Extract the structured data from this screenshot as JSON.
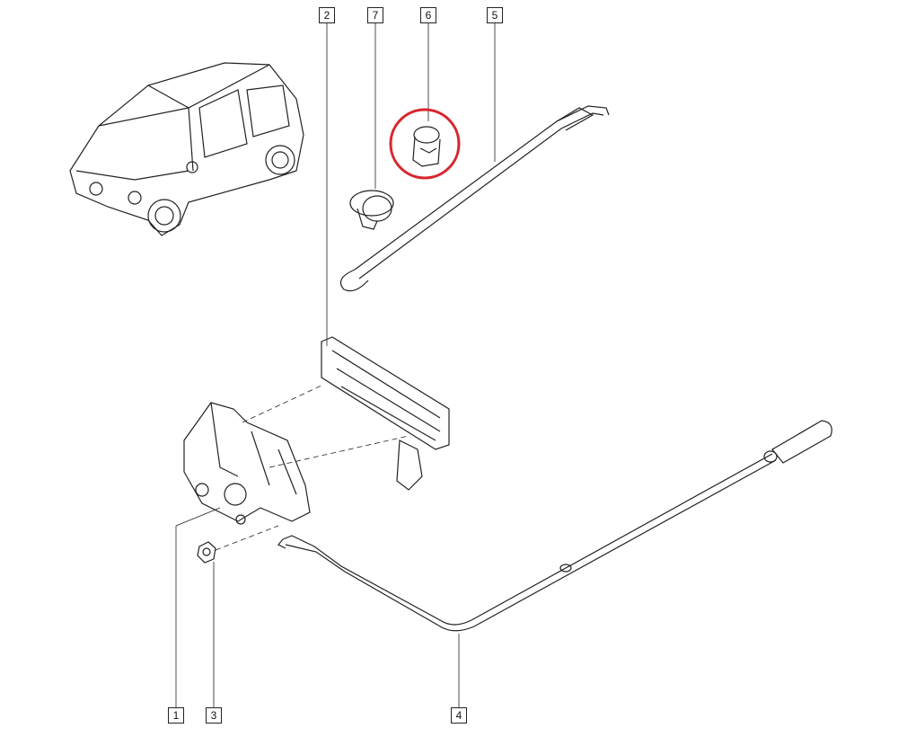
{
  "diagram": {
    "labels": [
      "1",
      "2",
      "3",
      "4",
      "5",
      "6",
      "7"
    ],
    "highlight_color": "#d9262e",
    "highlighted_part": "6"
  }
}
